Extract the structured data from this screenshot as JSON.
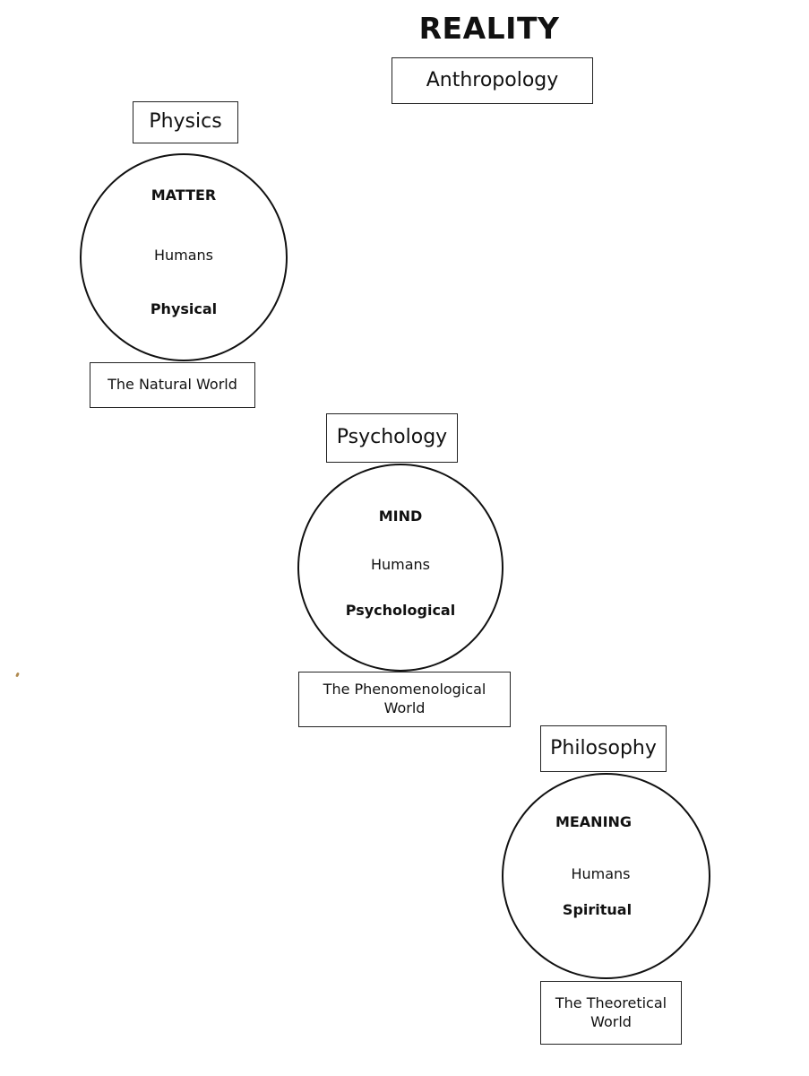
{
  "title": "REALITY",
  "top_label": "Anthropology",
  "groups": [
    {
      "discipline": "Physics",
      "domain": "MATTER",
      "subject": "Humans",
      "aspect": "Physical",
      "world": "The Natural World"
    },
    {
      "discipline": "Psychology",
      "domain": "MIND",
      "subject": "Humans",
      "aspect": "Psychological",
      "world": "The Phenomenological World"
    },
    {
      "discipline": "Philosophy",
      "domain": "MEANING",
      "subject": "Humans",
      "aspect": "Spiritual",
      "world": "The Theoretical World"
    }
  ],
  "colors": {
    "stroke": "#111111",
    "background": "#ffffff"
  }
}
